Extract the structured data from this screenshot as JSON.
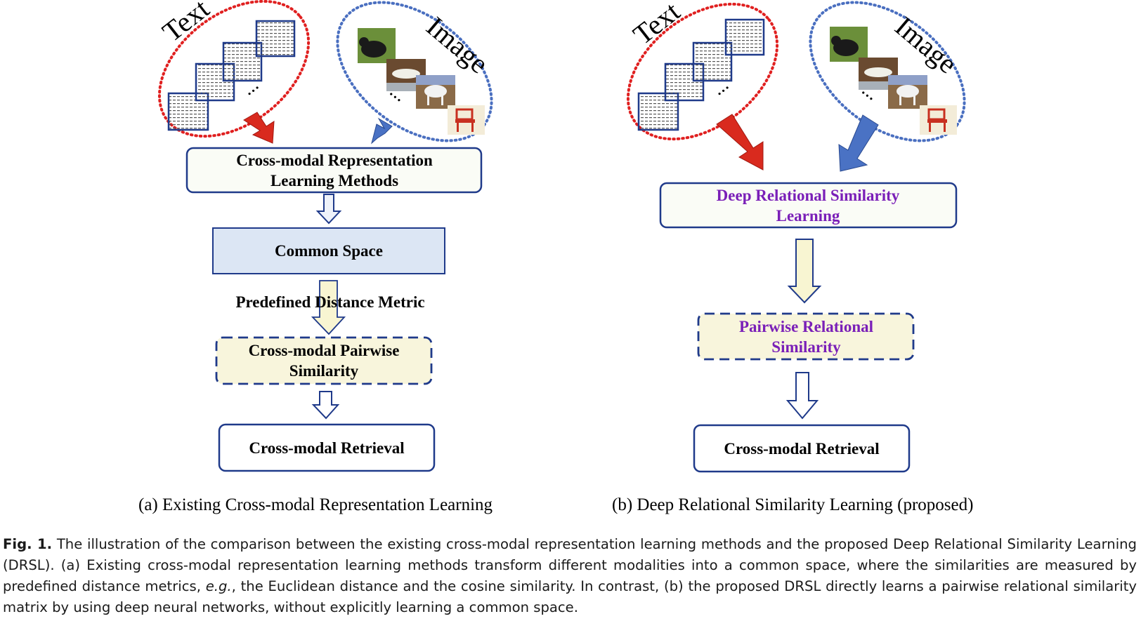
{
  "panel_a": {
    "text_label": "Text",
    "image_label": "Image",
    "ellipsis_text": "...",
    "ellipsis_image": "...",
    "box1": "Cross-modal Representation Learning Methods",
    "box2": "Common Space",
    "metric_label": "Predefined Distance Metric",
    "box3": "Cross-modal Pairwise Similarity",
    "box4": "Cross-modal Retrieval",
    "caption": "(a) Existing Cross-modal Representation Learning"
  },
  "panel_b": {
    "text_label": "Text",
    "image_label": "Image",
    "ellipsis_text": "...",
    "ellipsis_image": "...",
    "box1": "Deep Relational Similarity Learning",
    "box2": "Pairwise Relational Similarity",
    "box3": "Cross-modal Retrieval",
    "caption": "(b) Deep Relational Similarity Learning (proposed)"
  },
  "figure_caption": {
    "label": "Fig. 1.",
    "text_1": " The illustration of the comparison between the existing cross-modal representation learning methods and the proposed Deep Relational Similarity Learning (DRSL). (a) Existing cross-modal representation learning methods transform different modalities into a common space, where the similarities are measured by predefined distance metrics, ",
    "emphasis": "e.g.",
    "text_2": ", the Euclidean distance and the cosine similarity. In contrast, (b) the proposed DRSL directly learns a pairwise relational similarity matrix by using deep neural networks, without explicitly learning a common space."
  },
  "colors": {
    "text_ellipse": "#e02020",
    "image_ellipse": "#4a6fc0",
    "red_arrow": "#d92a1e",
    "blue_arrow": "#4a72c4",
    "box_border": "#1f3a8a",
    "common_space_fill": "#dce6f4",
    "similarity_fill": "#f8f5dc",
    "purple_text": "#7a1fb8",
    "hollow_arrow_fill": "#f8f5d2"
  }
}
